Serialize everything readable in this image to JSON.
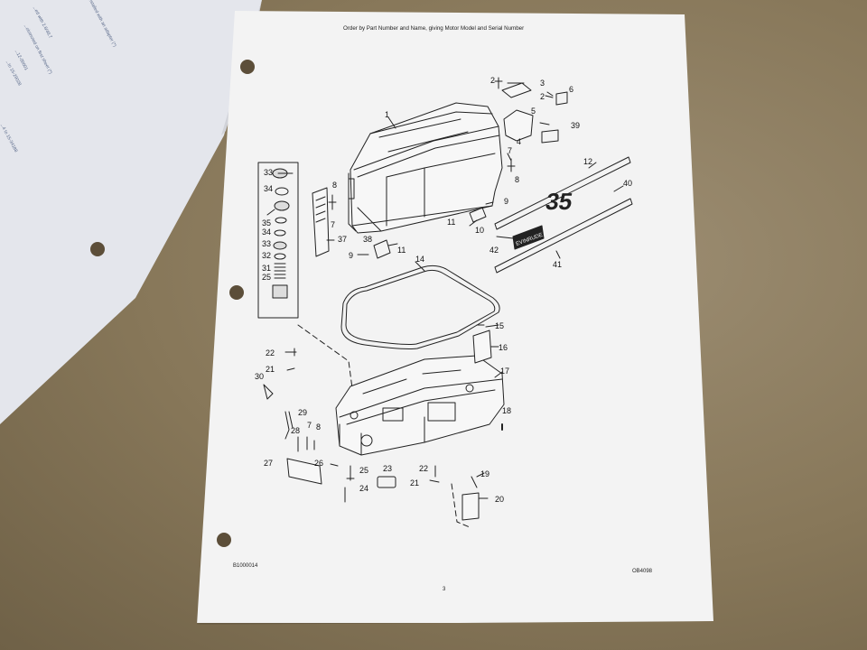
{
  "page": {
    "header": "Order by Part Number and Name, giving Motor Model and Serial Number",
    "page_number": "3",
    "left_code": "B1000014",
    "right_code": "OB4098"
  },
  "back_sheet_lines": [
    "...nstalled with an adapter (*)",
    "...ed with 2.6/48.7",
    "...olotnoted on first sheet (*)",
    "...12-00001",
    "...to 15-29028",
    "...4 to 15-34188"
  ],
  "decal": {
    "model_number": "35",
    "brand": "EVINRUDE"
  },
  "callouts": {
    "c1": "1",
    "c2a": "2",
    "c3": "3",
    "c2b": "2",
    "c6": "6",
    "c5": "5",
    "c4": "4",
    "c39": "39",
    "c7a": "7",
    "c8a": "8",
    "c12": "12",
    "c40": "40",
    "c9a": "9",
    "c11a": "11",
    "c10": "10",
    "c42": "42",
    "c41": "41",
    "c33a": "33",
    "c34a": "34",
    "c35": "35",
    "c34b": "34",
    "c33b": "33",
    "c32": "32",
    "c31": "31",
    "c25a": "25",
    "c8b": "8",
    "c7b": "7",
    "c37": "37",
    "c38": "38",
    "c11b": "11",
    "c9b": "9",
    "c14": "14",
    "c15": "15",
    "c16": "16",
    "c17": "17",
    "c18": "18",
    "c22a": "22",
    "c21a": "21",
    "c30": "30",
    "c29": "29",
    "c28": "28",
    "c7c": "7",
    "c8c": "8",
    "c27": "27",
    "c26": "26",
    "c25b": "25",
    "c23": "23",
    "c24": "24",
    "c22b": "22",
    "c21b": "21",
    "c19": "19",
    "c20": "20"
  }
}
